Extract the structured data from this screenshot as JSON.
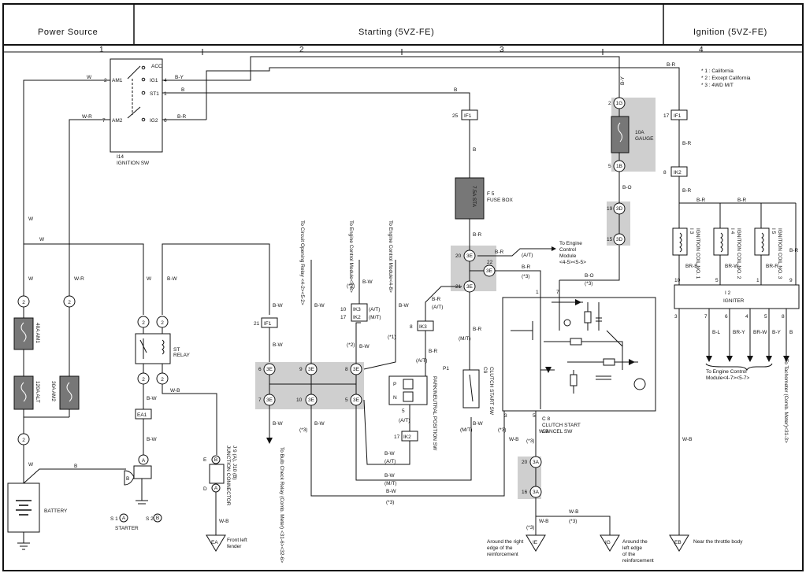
{
  "header": {
    "power_source": "Power Source",
    "starting": "Starting (5VZ-FE)",
    "ignition": "Ignition (5VZ-FE)"
  },
  "columns": [
    "1",
    "2",
    "3",
    "4"
  ],
  "notes": [
    "* 1 : California",
    "* 2 : Except California",
    "* 3 : 4WD M/T"
  ],
  "ign_sw": {
    "ref": "I14",
    "name": "IGNITION SW",
    "am1": "AM1",
    "am2": "AM2",
    "acc": "ACC",
    "ig1": "IG1",
    "st1": "ST1",
    "ig2": "IG2"
  },
  "fuses": {
    "am1": "40A AM1",
    "alt": "120A ALT",
    "am2": "30A AM2",
    "sta": "7.5A STA",
    "gauge_1": "10A",
    "gauge_2": "GAUGE"
  },
  "components": {
    "battery": "BATTERY",
    "starter": "STARTER",
    "st_relay_1": "ST",
    "st_relay_2": "RELAY",
    "f5": "F 5",
    "fuse_box": "FUSE BOX",
    "p1": "P1",
    "pnp_sw": "PARK/NEUTRAL POSITION SW",
    "c9": "C9",
    "clutch_sw": "CLUTCH START SW",
    "c8": "C 8",
    "cancel_1": "CLUTCH START",
    "cancel_2": "CANCEL SW"
  },
  "connectors": {
    "ea1": "EA1",
    "if1": "IF1",
    "ik3": "IK3",
    "ik2": "IK2",
    "ik2_b": "IK2"
  },
  "starter": {
    "pin_a": "A",
    "pin_b": "B",
    "s1": "S 1",
    "s2": "S 2"
  },
  "junction": {
    "line1": "J 9 (A), J10 (B)",
    "line2": "JUNCTION CONNECTOR"
  },
  "coils": {
    "c1_ref": "I 3",
    "c1_name": "IGNITION COIL NO. 1",
    "c2_ref": "I 4",
    "c2_name": "IGNITION COIL NO. 2",
    "c3_ref": "I 5",
    "c3_name": "IGNITION COIL NO. 3"
  },
  "igniter": {
    "ref": "I 2",
    "name": "IGNITER"
  },
  "refs": {
    "circuit_opening": "To Circuit Opening Relay <4-2><5-2>",
    "ecm_5_8": "To Engine Control Module<5-8>",
    "ecm_4_8": "To Engine Control Module<4-8>",
    "bulb_check": "To Bulb Check Relay (Comb. Meter) <31-6><32-6>",
    "ecm_45_1": "To Engine",
    "ecm_45_2": "Control",
    "ecm_45_3": "Module",
    "ecm_45_4": "<4-5><5-5>",
    "ecm_4_7_1": "To Engine Control",
    "ecm_4_7_2": "Module<4-7><5-7>",
    "tachometer": "To Tachometer (Comb. Meter)<31-3>"
  },
  "grounds": {
    "ea": "EA",
    "ea_desc1": "Front left",
    "ea_desc2": "fender",
    "ie": "IE",
    "ie_desc1": "Around the right",
    "ie_desc2": "edge of the",
    "ie_desc3": "reinforcement",
    "ig": "IG",
    "ig_desc1": "Around the",
    "ig_desc2": "left edge",
    "ig_desc3": "of the",
    "ig_desc4": "reinforcement",
    "eb": "EB",
    "eb_desc": "Near the throttle body"
  }
}
